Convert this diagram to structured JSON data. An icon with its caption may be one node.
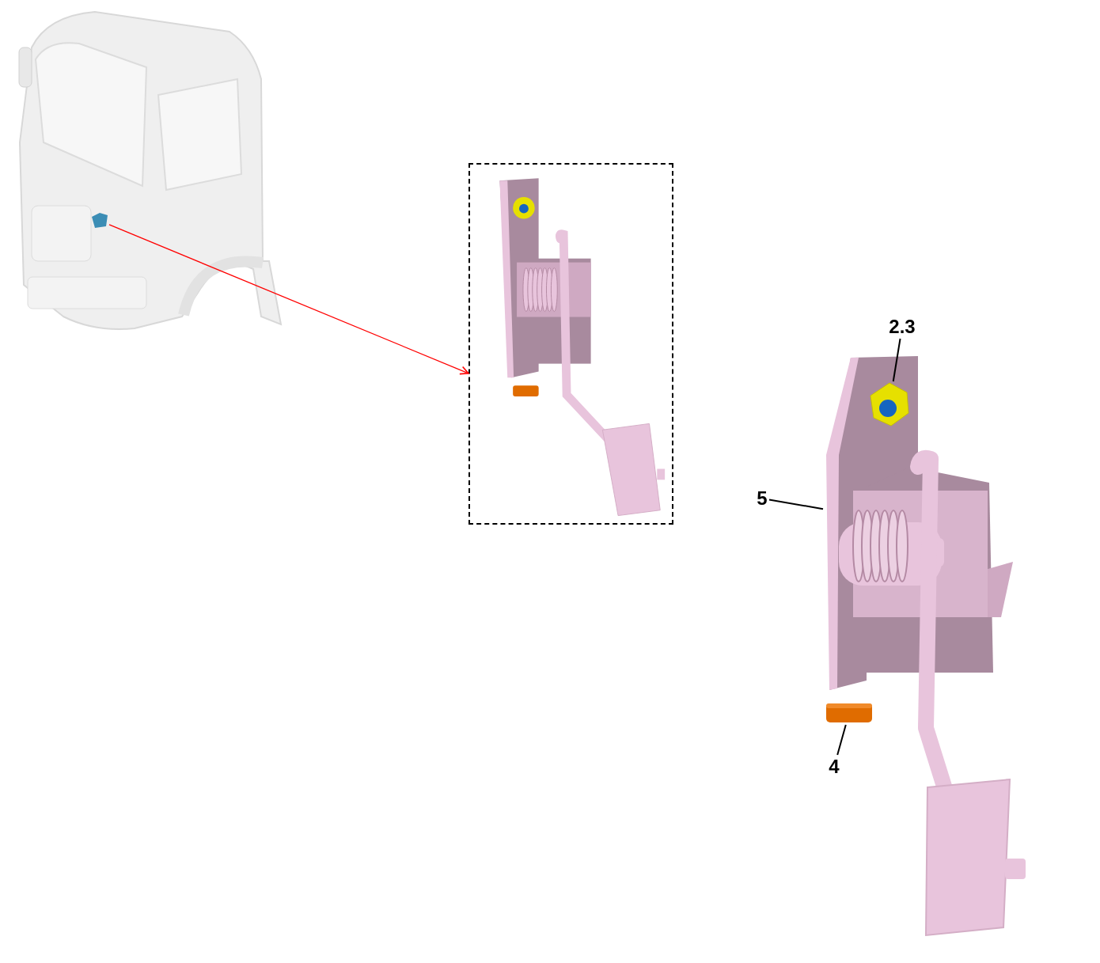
{
  "diagram": {
    "nodes": [
      {
        "text": [],
        "shape": "picture"
      },
      {
        "text": [],
        "shape": "picture",
        "in": 0
      },
      {
        "text": [],
        "shape": "box"
      },
      {
        "text": [
          "2.3"
        ]
      },
      {
        "text": [],
        "shape": "picture",
        "in": 6
      },
      {
        "text": [
          "5"
        ]
      },
      {
        "text": [],
        "shape": "picture"
      },
      {
        "text": [
          "4"
        ]
      },
      {
        "text": [],
        "shape": "picture"
      }
    ],
    "edges": [
      {
        "from": 1,
        "to": 2,
        "arrow": "to",
        "color": "#ff0000"
      },
      {
        "from": 3,
        "to": 4,
        "arrow": "none"
      },
      {
        "from": 5,
        "to": 6,
        "arrow": "none"
      },
      {
        "from": 7,
        "to": 8,
        "arrow": "none"
      }
    ]
  }
}
